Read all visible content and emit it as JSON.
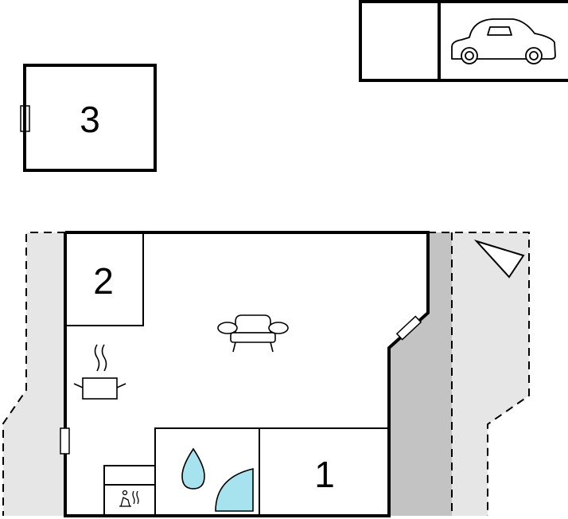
{
  "rooms": {
    "room_1": "1",
    "room_2": "2",
    "room_3": "3"
  },
  "icons": [
    "car-icon",
    "sofa-icon",
    "cooking-pot-icon",
    "water-drop-icon",
    "shower-icon",
    "sauna-icon",
    "north-arrow-icon",
    "door-icon"
  ],
  "colors": {
    "terrace_light": "#e6e6e6",
    "terrace_dark": "#c3c3c3",
    "wall": "#000000",
    "water": "#a6e3ee"
  }
}
